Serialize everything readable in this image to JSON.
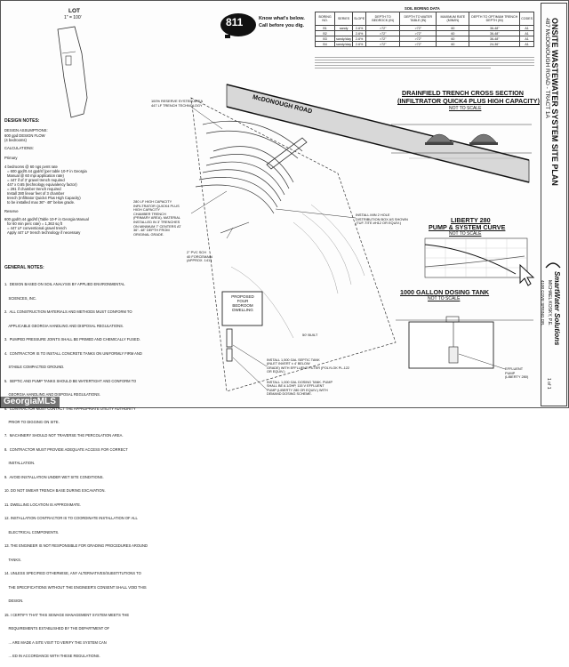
{
  "lot": {
    "title": "LOT",
    "scale": "1\" = 100'"
  },
  "badge811": {
    "number": "811",
    "line1": "Know what's below.",
    "line2": "Call before you dig."
  },
  "soil_table": {
    "title": "SOIL BORING DATA",
    "headers": [
      "BORING NO.",
      "SERIES",
      "SLOPE",
      "DEPTH TO BEDROCK (IN)",
      "DEPTH TO WATER TABLE (IN)",
      "MAXIMUM RATE (MIN/IN)",
      "DEPTH TO OPTIMUM TRENCH DEPTH (IN)",
      "CODES"
    ],
    "rows": [
      [
        "B1",
        "sandy",
        "2-6%",
        ">72\"",
        ">72\"",
        "60",
        "36-48\"",
        "A1"
      ],
      [
        "B2",
        "",
        "2-6%",
        ">72\"",
        ">72\"",
        "60",
        "36-48\"",
        "A1"
      ],
      [
        "B3",
        "sandy/clay",
        "2-6%",
        ">72\"",
        ">72\"",
        "60",
        "36-48\"",
        "A1"
      ],
      [
        "B4",
        "sandy/clay",
        "2-6%",
        ">72\"",
        ">72\"",
        "60",
        "24-36\"",
        "A1"
      ]
    ]
  },
  "road": {
    "label": "McDONOUGH ROAD"
  },
  "design": {
    "title": "DESIGN NOTES:",
    "assumptions_title": "DESIGN ASSUMPTIONS:",
    "assumptions": [
      "600 gpd DESIGN FLOW",
      "(4 bedrooms)"
    ],
    "calc_title": "CALCULATIONS:",
    "primary_title": "Primary",
    "primary": [
      "4 bedrooms @ 60 ngs pvmt rate",
      "= 600 gpd/0.44 gpd/sf (per table 10-F in Georgia",
      "Manual @ 60 mpi application rate)",
      "= 447 if of 3' gravel trench required",
      "447 x 0.65 (technology equivalency factor)",
      "= 291 if chamber trench required",
      "Install 280 linear feet of 3 chamber",
      "trench (Infiltrator Quick4 Plus High Capacity)",
      "to be installed max 36\"- 48\" below grade."
    ],
    "reserve_title": "Reserve",
    "reserve": [
      "600 gpd/0.44 gpd/sf (Table 10-F in Georgia Manual",
      "for 60 min perc rate) = 1,363 sq ft",
      "= 447 LF conventional gravel trench",
      "Apply 447 LF trench technology if necessary"
    ]
  },
  "general": {
    "title": "GENERAL NOTES:",
    "notes": [
      "1.  DESIGN BASED ON SOIL ANALYSIS BY APPLIED ENVIRONMENTAL",
      "    SCIENCES, INC.",
      "2.  ALL CONSTRUCTION MATERIALS AND METHODS MUST CONFORM TO",
      "    APPLICABLE GEORGIA HANDLING AND DISPOSAL REGULATIONS.",
      "3.  PUMPED PRESSURE JOINTS SHALL BE PRIMED AND CHEMICALLY FUSED.",
      "4.  CONTRACTOR IS TO INSTALL CONCRETE TANKS ON UNIFORMLY FIRM AND",
      "    STABLE COMPACTED GROUND.",
      "5.  SEPTIC AND PUMP TANKS SHOULD BE WATERTIGHT AND CONFORM TO",
      "    GEORGIA HANDLING AND DISPOSAL REGULATIONS.",
      "6.  CONTRACTOR MUST CONTACT THE APPROPRIATE UTILITY AUTHORITY",
      "    PRIOR TO DIGGING ON SITE.",
      "7.  MACHINERY SHOULD NOT TRAVERSE THE PERCOLATION AREA.",
      "8.  CONTRACTOR MUST PROVIDE ADEQUATE ACCESS FOR CORRECT",
      "    INSTALLATION.",
      "9.  AVOID INSTALLATION UNDER WET SITE CONDITIONS.",
      "10. DO NOT SMEAR TRENCH BASE DURING EXCAVATION.",
      "11. DWELLING LOCATION IS APPROXIMATE.",
      "12. INSTALLATION CONTRACTOR IS TO COORDINATE INSTALLATION OF ALL",
      "    ELECTRICAL COMPONENTS.",
      "13. THE ENGINEER IS NOT RESPONSIBLE FOR GRADING PROCEDURES AROUND",
      "    TANKS.",
      "14. UNLESS SPECIFIED OTHERWISE, ANY ALTERNATIVES/SUBSTITUTIONS TO",
      "    THE SPECIFICATIONS WITHOUT THE ENGINEER'S CONSENT SHALL VOID THIS",
      "    DESIGN.",
      "15. I CERTIFY THAT THIS SEWAGE MANAGEMENT SYSTEM MEETS THE",
      "    REQUIREMENTS ESTABLISHED BY THE DEPARTMENT OF",
      "    ... ARE MADE A SITE VISIT TO VERIFY THE SYSTEM CAN",
      "    ... ED IN ACCORDANCE WITH THESE REGULATIONS."
    ]
  },
  "callouts": {
    "reserve_area": [
      "100% RESERVE SYSTEM AREA",
      "447 LF TRENCH TECHNOLOGY"
    ],
    "primary_area": [
      "280 LF HIGH CAPACITY",
      "INFILTRATOR QUICK4 PLUS",
      "HIGH CAPACITY",
      "CHAMBER TRENCH",
      "(PRIMARY AREA). MATERIAL",
      "INSTALLED IN 3' TRENCHES",
      "ON MINIMUM 7' CENTERS AT",
      "36\"- 48\" DEPTH FROM",
      "ORIGINAL GRADE."
    ],
    "dbox": [
      "INSTALL MIN 2 HOLE",
      "DISTRIBUTION BOX AS SHOWN",
      "(TUF-TITE #H12 OR EQUIV.)"
    ],
    "pvc": [
      "2\" PVC SCH",
      "40 FORCEMAIN",
      "(APPROX. 141')"
    ],
    "dwelling": [
      "PROPOSED",
      "FOUR",
      "BEDROOM",
      "DWELLING"
    ],
    "setback": [
      "50' BUILT"
    ],
    "septic_tank": [
      "INSTALL 1,500 GAL SEPTIC TANK",
      "(INLET INVERT ± 4' BELOW",
      "GRADE) WITH EFFLUENT FILTER (POLYLOK PL-122",
      "OR EQUIV.)"
    ],
    "dosing_tank": [
      "INSTALL 1,000 GAL DOSING TANK. PUMP",
      "SHALL BE A 1/2HP, 115 V EFFLUENT",
      "PUMP (LIBERTY 280 OR EQUIV.) WITH",
      "DEMAND DOSING SCHEME."
    ]
  },
  "trench_section": {
    "title1": "DRAINFIELD TRENCH CROSS SECTION",
    "title2": "(INFILTRATOR QUICK4 PLUS HIGH CAPACITY)",
    "scale": "NOT TO SCALE"
  },
  "pump_curve": {
    "title1": "LIBERTY 280",
    "title2": "PUMP & SYSTEM CURVE",
    "scale": "NOT TO SCALE"
  },
  "dosing_detail": {
    "title": "1000 GALLON DOSING TANK",
    "scale": "NOT TO SCALE",
    "pump_label": [
      "EFFLUENT",
      "PUMP",
      "(LIBERTY 280)"
    ]
  },
  "title_block": {
    "main": "ONSITE WASTEWATER SYSTEM SITE PLAN",
    "address": "487 McDONOUGH ROAD - TRACT 1A",
    "company": "SmartWater Solutions",
    "engineer": "MICHAEL KOSKY, P.E.",
    "contact": "4100 COVE SPRING DR.",
    "sheet": "1 of 1"
  },
  "watermark": "GeorgiaMLS"
}
